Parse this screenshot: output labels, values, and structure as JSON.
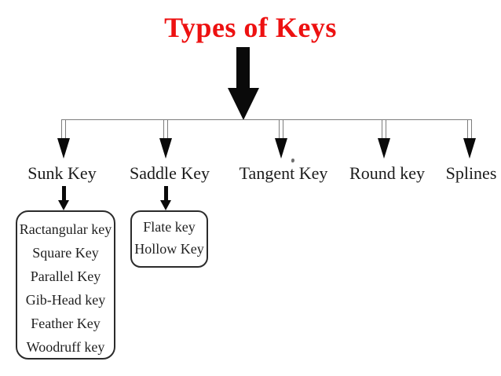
{
  "title": {
    "text": "Types of Keys"
  },
  "colors": {
    "title_red": "#ed1111",
    "connector_gray": "#7d7d7d",
    "ink_black": "#0a0a0a"
  },
  "diagram": {
    "type": "tree",
    "root_icon": "down-arrow-icon",
    "branches": [
      {
        "label": "Sunk Key",
        "children": [
          "Ractangular key",
          "Square Key",
          "Parallel Key",
          "Gib-Head key",
          "Feather Key",
          "Woodruff key"
        ]
      },
      {
        "label": "Saddle Key",
        "children": [
          "Flate key",
          "Hollow Key"
        ]
      },
      {
        "label": "Tangent Key",
        "children": []
      },
      {
        "label": "Round key",
        "children": []
      },
      {
        "label": "Splines",
        "children": []
      }
    ]
  }
}
